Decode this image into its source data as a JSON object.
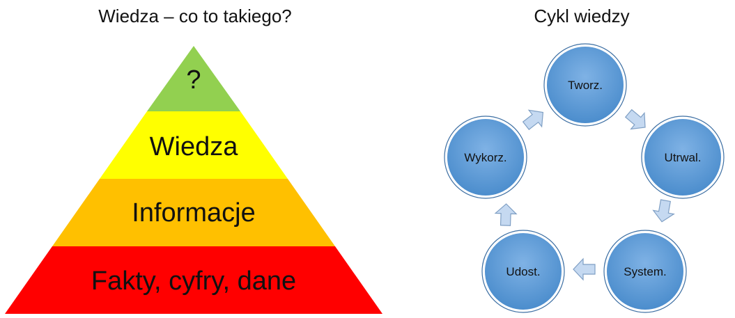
{
  "pyramid": {
    "title": "Wiedza – co to takiego?",
    "levels": [
      {
        "label": "?",
        "color": "#92d050"
      },
      {
        "label": "Wiedza",
        "color": "#ffff00"
      },
      {
        "label": "Informacje",
        "color": "#ffc000"
      },
      {
        "label": "Fakty, cyfry, dane",
        "color": "#ff0000"
      }
    ]
  },
  "cycle": {
    "title": "Cykl wiedzy",
    "node_color": "#5b9bd5",
    "arrow_color": "#c5d9f1",
    "nodes": [
      {
        "label": "Tworz."
      },
      {
        "label": "Utrwal."
      },
      {
        "label": "System."
      },
      {
        "label": "Udost."
      },
      {
        "label": "Wykorz."
      }
    ]
  }
}
